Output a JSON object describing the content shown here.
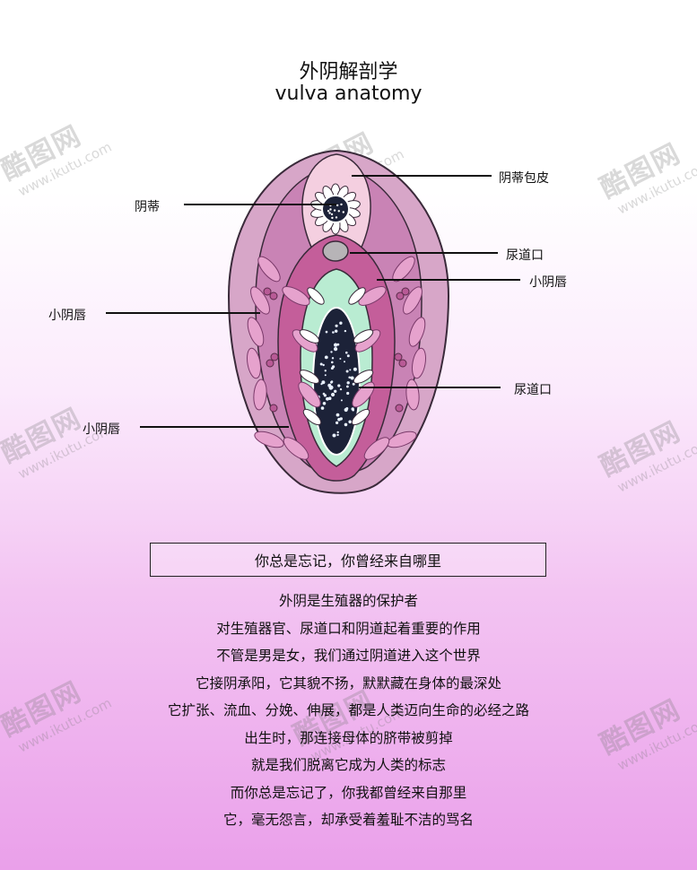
{
  "title": {
    "zh": "外阴解剖学",
    "en": "vulva anatomy"
  },
  "labels": {
    "clitoral_hood": "阴蒂包皮",
    "clitoris": "阴蒂",
    "urethral_opening": "尿道口",
    "labia_minora_right": "小阴唇",
    "labia_minora_left": "小阴唇",
    "vaginal_opening": "尿道口",
    "labia_lower_left": "小阴唇"
  },
  "quote": "你总是忘记，你曾经来自哪里",
  "poem": [
    "外阴是生殖器的保护者",
    "对生殖器官、尿道口和阴道起着重要的作用",
    "不管是男是女，我们通过阴道进入这个世界",
    "它接阴承阳，它其貌不扬，默默藏在身体的最深处",
    "它扩张、流血、分娩、伸展，都是人类迈向生命的必经之路",
    "出生时，那连接母体的脐带被剪掉",
    "就是我们脱离它成为人类的标志",
    "而你总是忘记了，你我都曾经来自那里",
    "它，毫无怨言，却承受着羞耻不洁的骂名"
  ],
  "watermark": {
    "brand": "酷图网",
    "url": "www.ikutu.com"
  },
  "colors": {
    "outer": "#d7a6c8",
    "hood": "#f4cfe0",
    "labia": "#c45e9a",
    "vestibule": "#b9ecd2",
    "opening": "#1c2238",
    "leaf": "#e6a2cd"
  }
}
